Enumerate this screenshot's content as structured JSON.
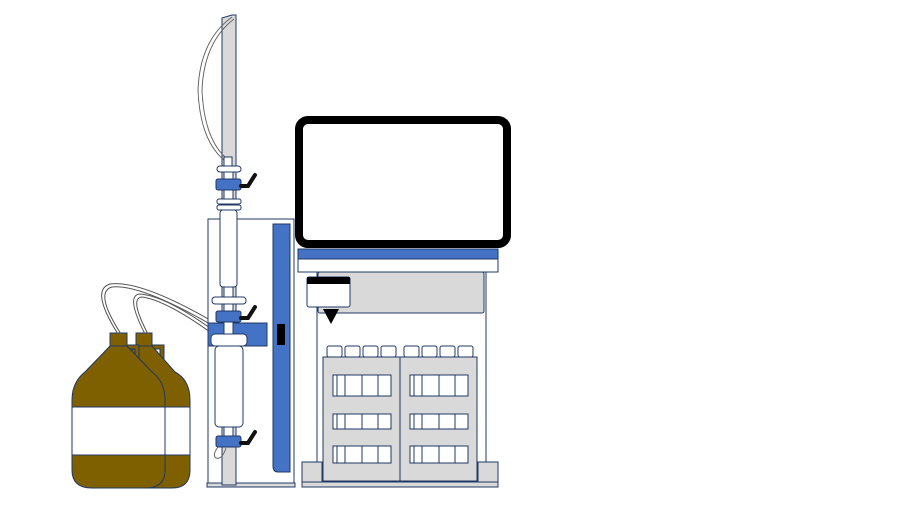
{
  "diagram": {
    "colors": {
      "accent_blue": "#4472c4",
      "outline_navy": "#1f3864",
      "panel_gray": "#d9d9d9",
      "bottle_brown": "#7f6000",
      "monitor_black": "#000000"
    },
    "components": [
      "solvent-bottles",
      "column-stand",
      "pump-cabinet",
      "monitor",
      "fraction-collector"
    ]
  }
}
